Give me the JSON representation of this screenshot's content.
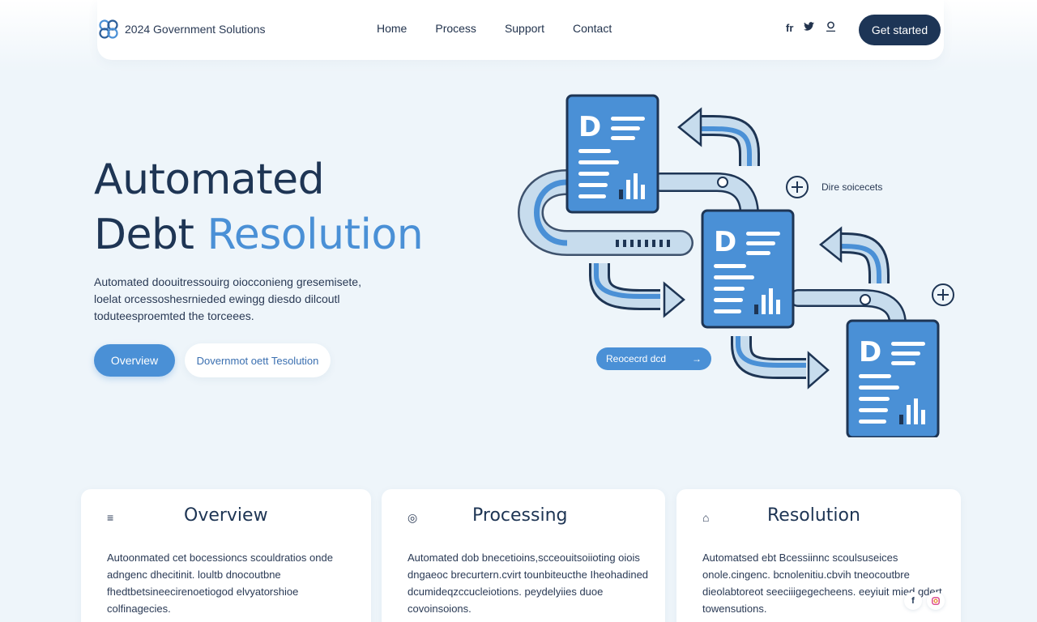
{
  "header": {
    "brand": "2024 Government Solutions",
    "links": [
      "Home",
      "Process",
      "Support",
      "Contact"
    ],
    "social": [
      "fr",
      "twitter",
      "user"
    ],
    "cta_label": "Get started"
  },
  "hero": {
    "title_line1": "Automated",
    "title_line2_a": "Debt ",
    "title_line2_b": "Resolution",
    "description": "Automated doouitressouirg oiocconieng gresemisete, loelat orcessoshesrnieded ewingg diesdo dilcoutl toduteesproemted the torceees.",
    "primary_button": "Overview",
    "secondary_button": "Dovernmot oett Tesolution"
  },
  "illustration": {
    "side_note": "Dire soicecets",
    "pill_label": "Reocecrd dcd",
    "pill_arrow": "→",
    "doc_letter": "D",
    "colors": {
      "doc": "#4a90d6",
      "doc_border": "#1e3554",
      "pipe": "#c7dced",
      "pipe_inner": "#4a90d6"
    }
  },
  "cards": [
    {
      "icon": "≡",
      "icon_name": "menu-icon",
      "title": "Overview",
      "text": "Autoonmated cet bocessioncs scouldratios onde adngenc dhecitinit. loultb dnocoutbne fhedtbetsineecirenoetiogod elvyatorshioe colfinagecies."
    },
    {
      "icon": "◎",
      "icon_name": "link-icon",
      "title": "Processing",
      "text": "Automated dob bnecetioins,scceouitsoiioting oiois dngaeoc brecurtern.cvirt tounbiteucthe Iheohadined dcumideqzccucleiotions. peydelyiies duoe covoinsoions."
    },
    {
      "icon": "⌂",
      "icon_name": "lock-icon",
      "title": "Resolution",
      "text": "Automatsed ebt Bcessiinnc scoulsuseices onole.cingenc. bcnolenitiu.cbvih tneocoutbre dieolabtoreot seeciiigegecheens. eeyiuit mied gdert towensutions."
    }
  ],
  "floating_social": [
    "f",
    "ig"
  ]
}
